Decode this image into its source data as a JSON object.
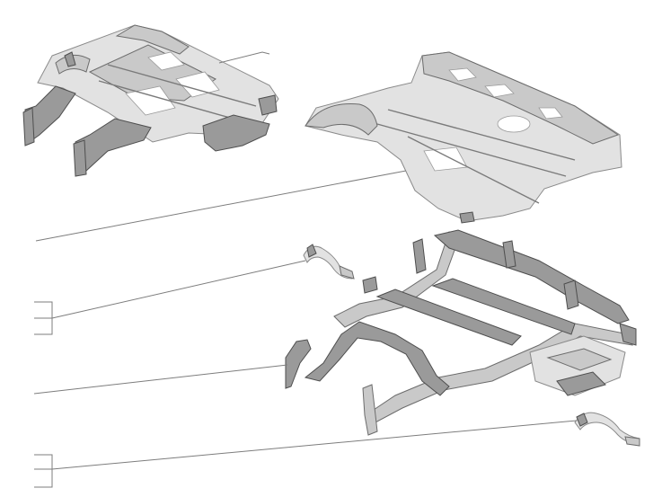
{
  "diagram": {
    "type": "exploded-assembly",
    "colors": {
      "background": "#ffffff",
      "part_light": "#e2e2e2",
      "part_mid": "#c9c9c9",
      "part_dark": "#9a9a9a",
      "leader_line": "#7d7d7d"
    },
    "parts": [
      "assembled-floor-and-frame",
      "floor-panel",
      "front-wheel-arch-bracket",
      "underbody-frame",
      "front-crossmember-bracket",
      "rear-wheel-arch-bracket"
    ],
    "callouts": [
      {
        "target": "floor-panel",
        "marker": "line"
      },
      {
        "target": "front-wheel-arch-bracket",
        "marker": "bracket"
      },
      {
        "target": "front-crossmember-bracket",
        "marker": "line"
      },
      {
        "target": "rear-wheel-arch-bracket",
        "marker": "bracket"
      },
      {
        "target": "assembled-floor-and-frame",
        "marker": "line"
      }
    ]
  }
}
